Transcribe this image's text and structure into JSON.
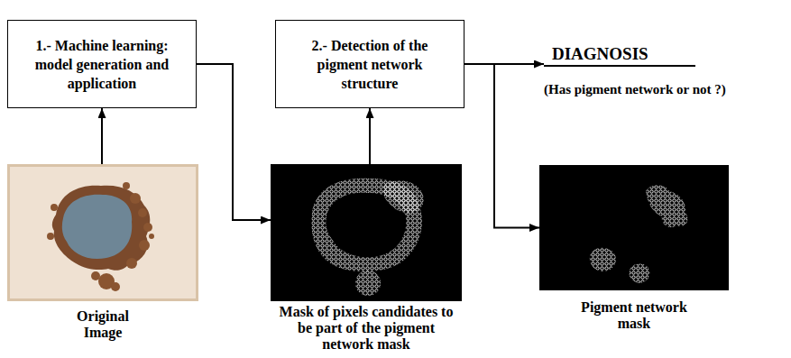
{
  "diagram": {
    "nodes": [
      {
        "text": [
          "1.- Machine learning: model generation and application"
        ]
      },
      {
        "text": [
          "2.- Detection of the pigment network structure"
        ]
      },
      {
        "text": [
          "DIAGNOSIS",
          "(Has pigment network or not ?)"
        ]
      },
      {
        "text": [
          "Original Image"
        ]
      },
      {
        "text": [
          "Mask of pixels candidates to be part of the pigment network mask"
        ]
      },
      {
        "text": [
          "Pigment network mask"
        ]
      }
    ],
    "edges": [
      {
        "from": 3,
        "to": 0,
        "arrow": "to"
      },
      {
        "from": 0,
        "to": 4,
        "arrow": "to"
      },
      {
        "from": 4,
        "to": 1,
        "arrow": "to"
      },
      {
        "from": 1,
        "to": 2,
        "arrow": "to"
      },
      {
        "from": 1,
        "to": 5,
        "arrow": "to"
      }
    ]
  }
}
